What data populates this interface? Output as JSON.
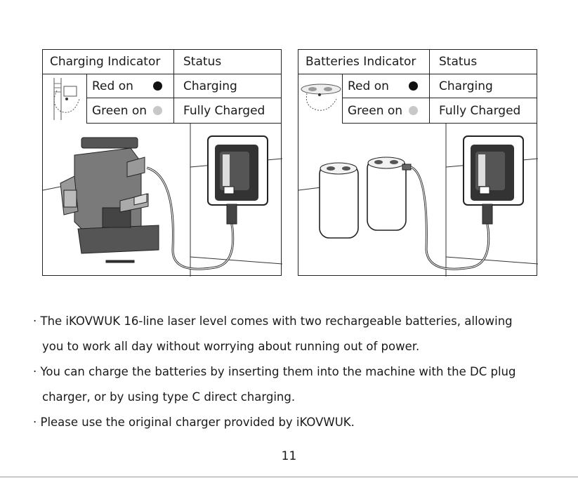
{
  "left_table": {
    "header_indicator": "Charging Indicator",
    "header_status": "Status",
    "row1_label": "Red on",
    "row1_status": "Charging",
    "row2_label": "Green on",
    "row2_status": "Fully Charged"
  },
  "right_table": {
    "header_indicator": "Batteries Indicator",
    "header_status": "Status",
    "row1_label": "Red on",
    "row1_status": "Charging",
    "row2_label": "Green on",
    "row2_status": "Fully Charged"
  },
  "colors": {
    "red_on_dot": "#111111",
    "green_on_dot": "#c8c8c8"
  },
  "bullets": [
    {
      "line1": "· The iKOVWUK 16-line laser level comes with two rechargeable batteries, allowing",
      "line2": "you to work all day without worrying about running out of power."
    },
    {
      "line1": "· You can charge the batteries by inserting them into the machine with the DC plug",
      "line2": "charger, or by using type C direct charging."
    },
    {
      "line1": "· Please use the original charger provided by iKOVWUK."
    }
  ],
  "page_number": "11"
}
